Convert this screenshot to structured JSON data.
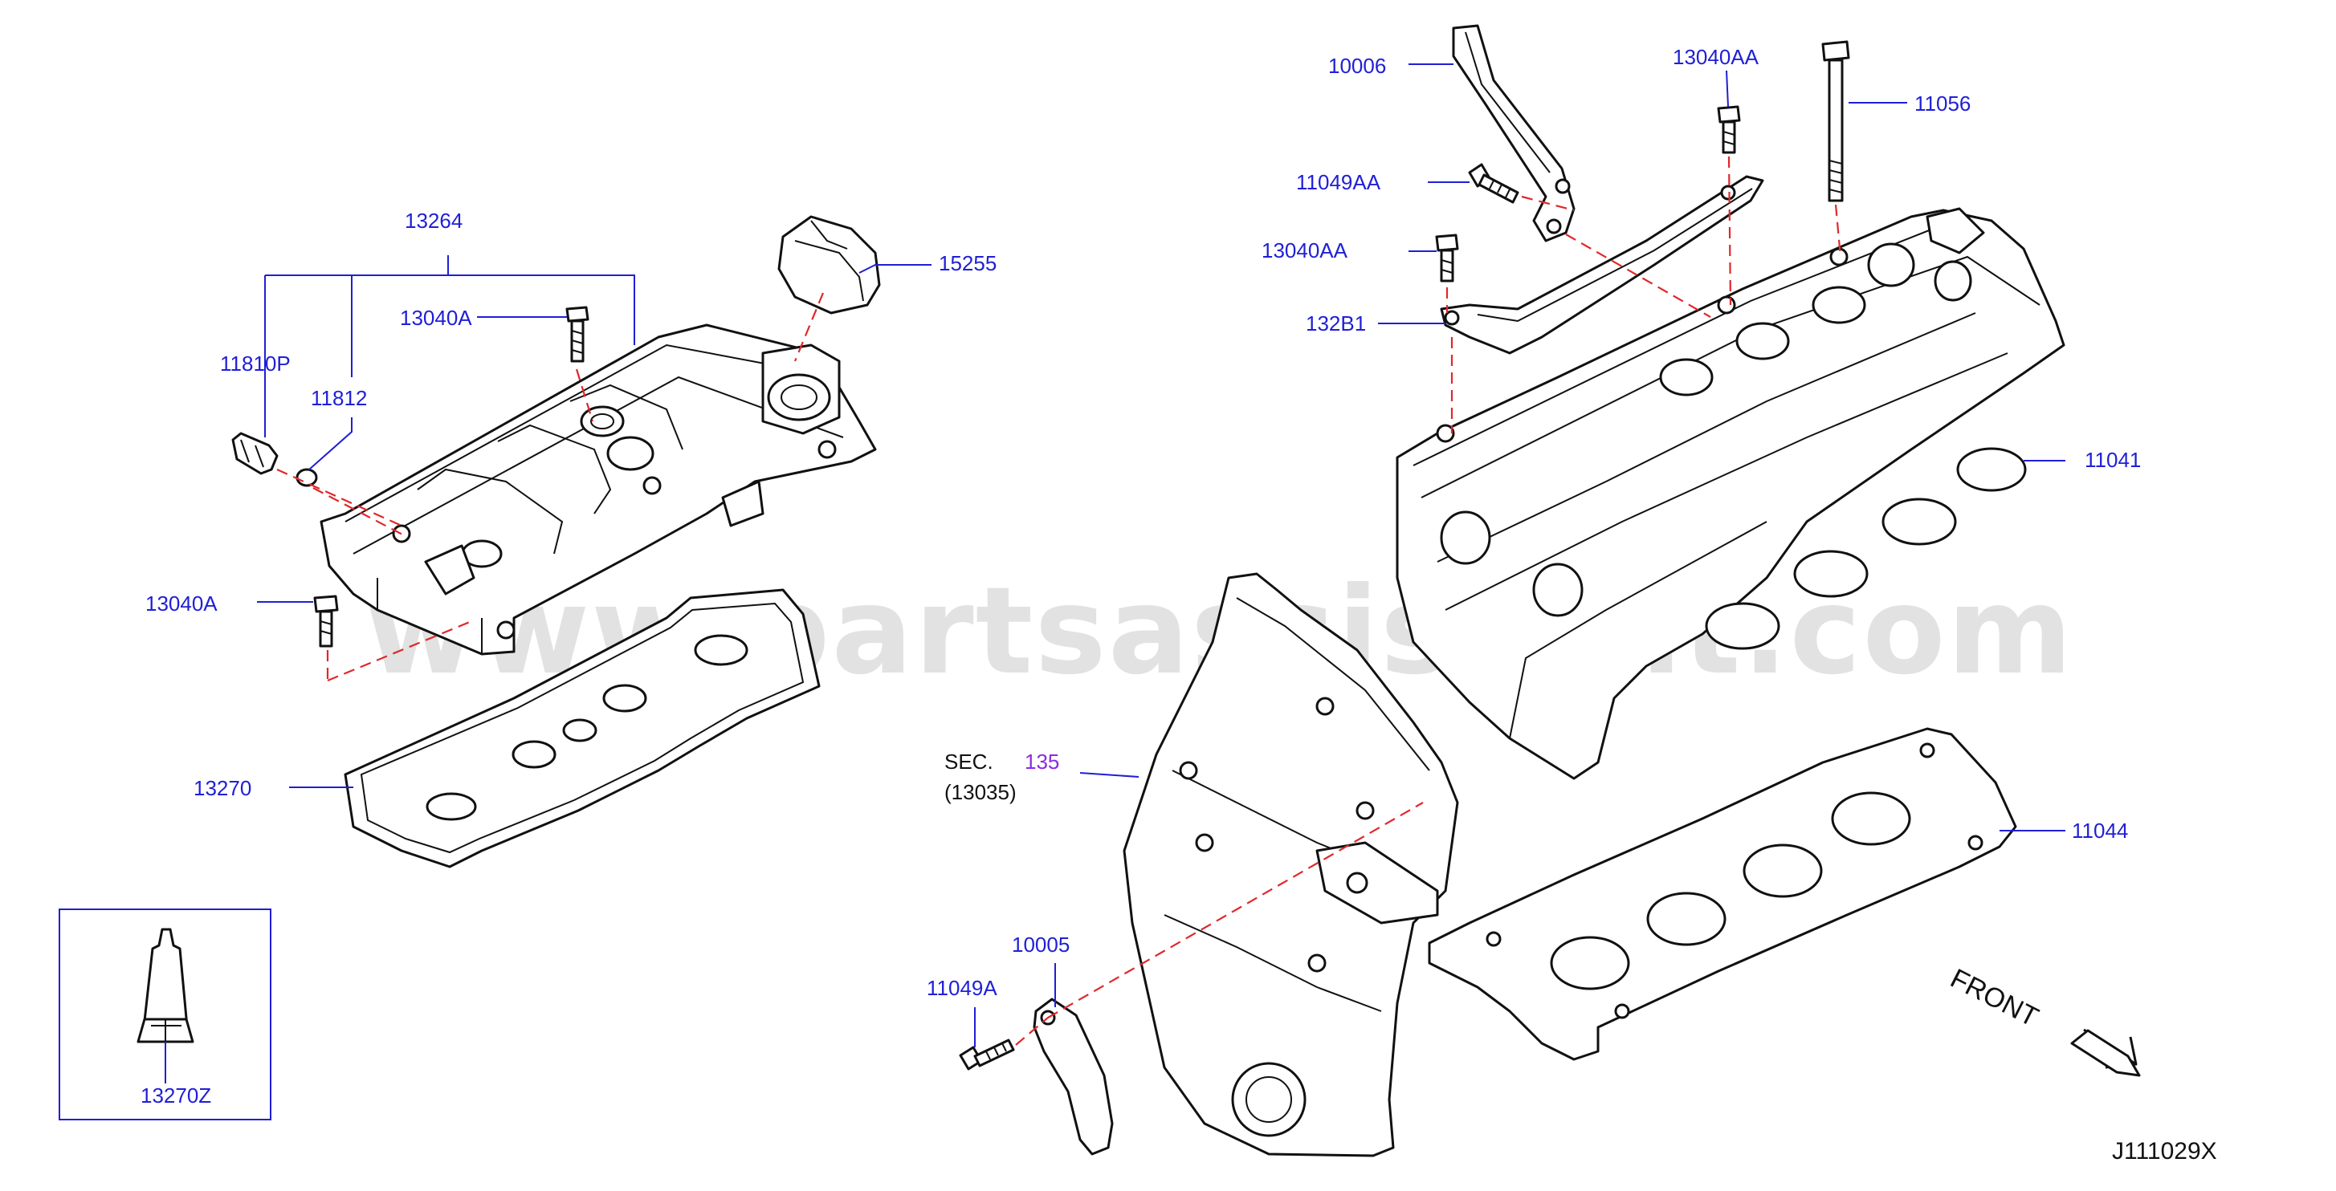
{
  "watermark": "www.partsassistant.com",
  "drawing_code": "J111029X",
  "front_label": "FRONT",
  "section_ref": {
    "prefix": "SEC.",
    "number": "135",
    "sub": "(13035)"
  },
  "parts": {
    "p13264": "13264",
    "p13040A_top": "13040A",
    "p11810P": "11810P",
    "p11812": "11812",
    "p15255": "15255",
    "p13040A_bottom": "13040A",
    "p13270": "13270",
    "p13270Z": "13270Z",
    "p10006": "10006",
    "p13040AA_top": "13040AA",
    "p11056": "11056",
    "p11049AA": "11049AA",
    "p13040AA_mid": "13040AA",
    "p132B1": "132B1",
    "p11041": "11041",
    "p11044": "11044",
    "p10005": "10005",
    "p11049A": "11049A"
  }
}
